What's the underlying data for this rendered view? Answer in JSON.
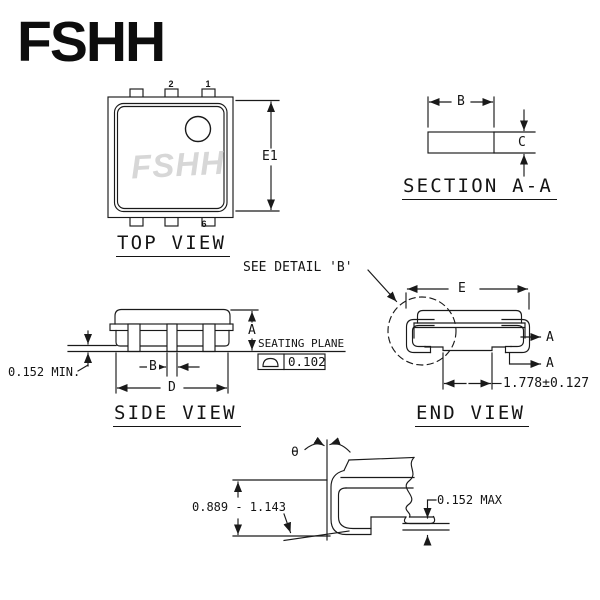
{
  "logo": "FSHH",
  "colors": {
    "line": "#1a1a1a",
    "watermark": "#d7d7d7",
    "background": "#ffffff"
  },
  "top_view": {
    "title": "TOP VIEW",
    "watermark": "FSHH",
    "pin_top_center": "2",
    "pin_top_right": "1",
    "pin_bottom_right": "6",
    "dim_body_height": "E1"
  },
  "section_view": {
    "title": "SECTION A-A",
    "dim_lead_width": "B",
    "dim_lead_thickness": "C"
  },
  "side_view": {
    "title": "SIDE VIEW",
    "dim_height": "A",
    "dim_lead_width": "B",
    "dim_body_length": "D",
    "standoff_note": "0.152 MIN.",
    "seating_plane_label": "SEATING PLANE",
    "seating_plane_tolerance": "0.102"
  },
  "end_view": {
    "title": "END VIEW",
    "dim_width": "E",
    "see_detail_note": "SEE DETAIL 'B'",
    "section_cut_label_top": "A",
    "section_cut_label_bottom": "A",
    "dim_pad_width": "1.778±0.127"
  },
  "detail_view": {
    "angle_label": "θ",
    "dim_foot_height_range": "0.889 - 1.143",
    "dim_lead_tip_max": "0.152 MAX"
  }
}
